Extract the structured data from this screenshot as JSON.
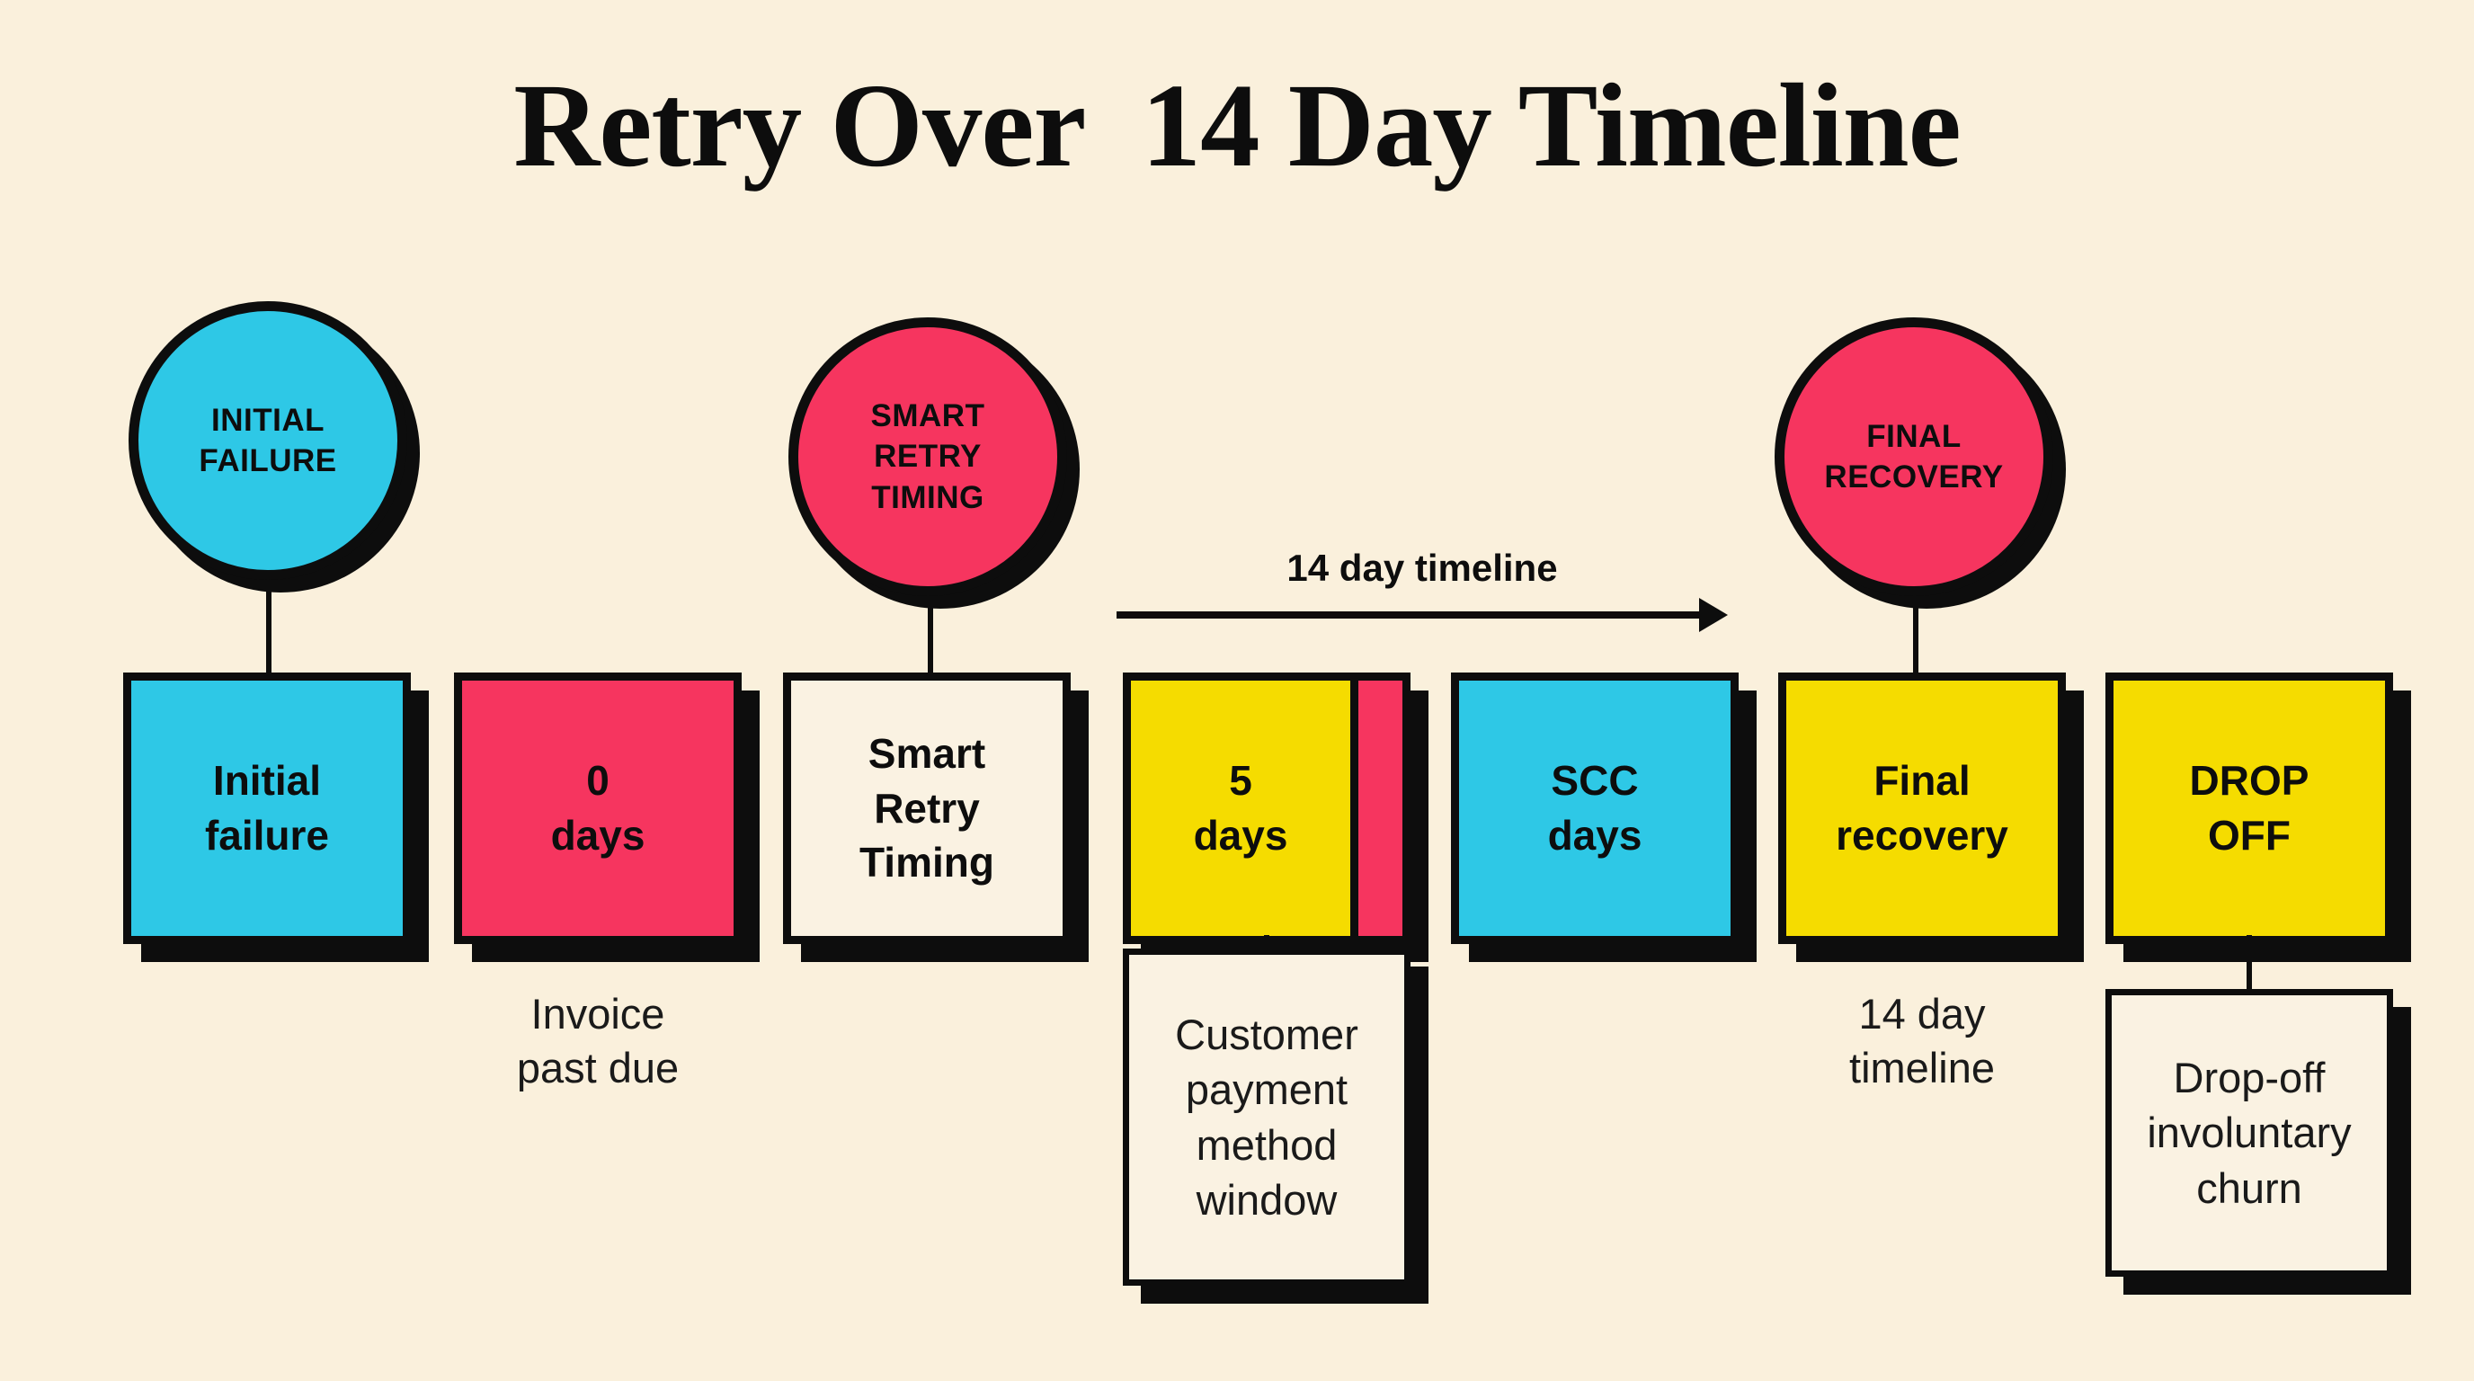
{
  "page": {
    "title": "Retry Over  14 Day Timeline",
    "background_color": "#FAF0DC"
  },
  "colors": {
    "cyan": "#2EC8E6",
    "pink": "#F6355F",
    "yellow": "#F5DC00",
    "cream": "#FAF2E2",
    "ink": "#0D0D0D"
  },
  "nodes": [
    {
      "id": "initial-failure",
      "label": "INITIAL\nFAILURE",
      "color": "#2EC8E6"
    },
    {
      "id": "smart-retry-timing",
      "label": "SMART\nRETRY\nTIMING",
      "color": "#F6355F"
    },
    {
      "id": "final-recovery",
      "label": "FINAL\nRECOVERY",
      "color": "#F6355F"
    }
  ],
  "boxes": [
    {
      "id": "initial-failure",
      "label": "Initial\nfailure",
      "color": "#2EC8E6"
    },
    {
      "id": "zero-days",
      "label": "0\ndays",
      "color": "#F6355F"
    },
    {
      "id": "smart-retry",
      "label": "Smart\nRetry\nTiming",
      "color": "#FAF2E2"
    },
    {
      "id": "five-days",
      "label": "5\ndays",
      "color": "#F5DC00",
      "stripe_color": "#F6355F"
    },
    {
      "id": "scc-days",
      "label": "SCC\ndays",
      "color": "#2EC8E6"
    },
    {
      "id": "final-recovery",
      "label": "Final\nrecovery",
      "color": "#F5DC00"
    },
    {
      "id": "drop-off",
      "label": "DROP\nOFF",
      "color": "#F5DC00"
    }
  ],
  "captions": [
    {
      "id": "invoice-past-due",
      "label": "Invoice\npast due"
    },
    {
      "id": "fourteen-day-timeline",
      "label": "14 day\ntimeline"
    }
  ],
  "callouts": [
    {
      "id": "payment-window",
      "label": "Customer\npayment\nmethod\nwindow"
    },
    {
      "id": "drop-off-churn",
      "label": "Drop-off\ninvoluntary\nchurn"
    }
  ],
  "arrow": {
    "label": "14 day timeline"
  }
}
